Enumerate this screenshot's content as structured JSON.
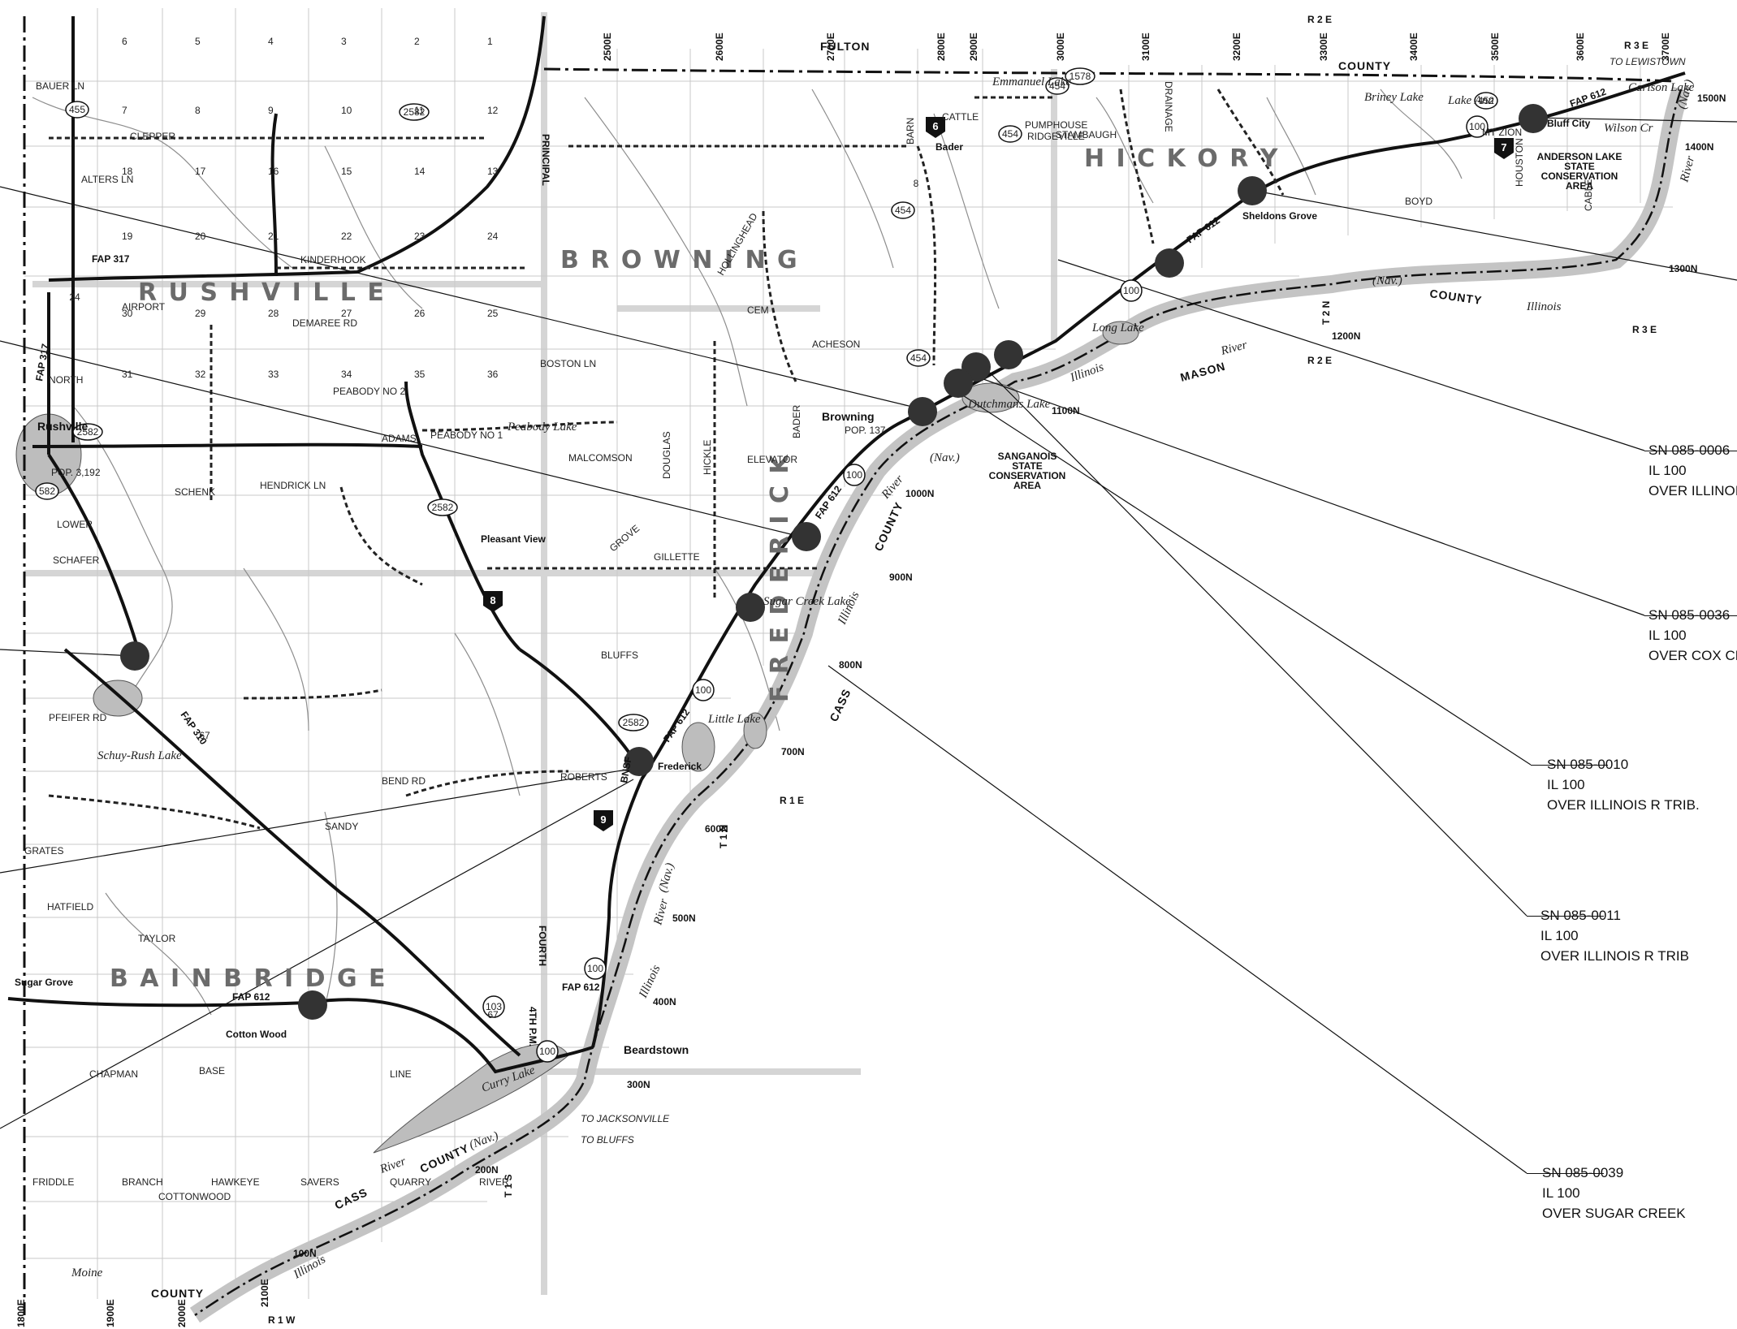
{
  "townships": [
    {
      "name": "R U S H V I L L E"
    },
    {
      "name": "B R O W N I N G"
    },
    {
      "name": "H I C K O R Y"
    },
    {
      "name": "F R E D E R I C K"
    },
    {
      "name": "B A I N B R I D G E"
    }
  ],
  "towns": {
    "rushville": "Rushville",
    "rushville_pop": "POP. 3,192",
    "browning": "Browning",
    "browning_pop": "POP. 137",
    "beardstown": "Beardstown",
    "frederick": "Frederick",
    "bluff_city": "Bluff City",
    "sheldons_grove": "Sheldons Grove",
    "pleasant_view": "Pleasant View",
    "bader": "Bader",
    "cotton_wood": "Cotton Wood",
    "sugar_grove": "Sugar Grove"
  },
  "counties": {
    "fulton": "FULTON",
    "fulton_county": "COUNTY",
    "mason": "MASON",
    "mason_county": "COUNTY",
    "cass_east": "CASS",
    "cass_south": "CASS",
    "county_south": "COUNTY",
    "county_bottom": "COUNTY",
    "county_river": "COUNTY"
  },
  "water": {
    "illinois_river": "Illinois",
    "river": "River",
    "nav": "(Nav.)",
    "sugar_creek_lake": "Sugar Creek Lake",
    "little_lake": "Little Lake",
    "curry_lake": "Curry Lake",
    "long_lake": "Long Lake",
    "dutchmans_lake": "Dutchmans Lake",
    "peabody_lake": "Peabody Lake",
    "emmanuel_lake": "Emmanuel Lake",
    "briney_lake": "Briney Lake",
    "lake_ann": "Lake Ann",
    "carlson_lake": "Carlson Lake",
    "wilson_cr": "Wilson Cr",
    "moine": "Moine",
    "scripps_lake": "Schuy-Rush Lake"
  },
  "areas": {
    "anderson_lake": [
      "ANDERSON LAKE",
      "STATE",
      "CONSERVATION",
      "AREA"
    ],
    "sanganois": [
      "SANGANOIS",
      "STATE",
      "CONSERVATION",
      "AREA"
    ]
  },
  "routes": {
    "fap612": "FAP 612",
    "fap317": "FAP 317",
    "fap310": "FAP 310",
    "il100": "100",
    "r454": "454",
    "r2582": "2582",
    "r67": "67",
    "r103": "103",
    "r24": "24",
    "r455": "455",
    "r8": "8",
    "r1578": "1578",
    "r452": "452",
    "r582": "582",
    "to_lewistown": "TO LEWISTOWN",
    "to_jacksonville": "TO JACKSONVILLE",
    "to_bluffs": "TO BLUFFS",
    "bnsf": "BNSF",
    "base_line": "BASE",
    "line": "LINE"
  },
  "grid": {
    "east_top": [
      "2500E",
      "2600E",
      "2700E",
      "2800E",
      "2900E",
      "3000E",
      "3100E",
      "3200E",
      "3300E",
      "3400E",
      "3500E",
      "3600E",
      "3700E"
    ],
    "east_bottom": [
      "1800E",
      "1900E",
      "2000E",
      "2100E"
    ],
    "north_right": [
      "1500N",
      "1400N",
      "1300N",
      "1200N",
      "1100N",
      "1000N",
      "900N",
      "800N",
      "700N",
      "600N",
      "500N",
      "400N",
      "300N",
      "200N",
      "100N"
    ],
    "ranges": [
      "R 2 E",
      "R 3 E",
      "R 2 E",
      "R 1 E",
      "R 1 W",
      "R 3 E"
    ],
    "townships_tn": [
      "T 2 N",
      "T 1 N",
      "T 1 S"
    ],
    "principal": "PRINCIPAL",
    "fourth": "FOURTH",
    "pm": "4TH P.M."
  },
  "roads": [
    "BAUER LN",
    "CLEPPER",
    "ALTERS LN",
    "AIRPORT",
    "DEMAREE RD",
    "KINDERHOOK",
    "NORTH",
    "ADAMS",
    "PEABODY NO 1",
    "PEABODY NO 2",
    "MALCOMSON",
    "HENDRICK LN",
    "SCHENK",
    "LOWER",
    "SCHAFER",
    "PFEIFER RD",
    "GRATES",
    "HATFIELD",
    "TAYLOR",
    "CHAPMAN",
    "COTTONWOOD",
    "ROBERTS",
    "SANDY",
    "BEND RD",
    "BLUFFS",
    "GILLETTE",
    "CEM",
    "ACHESON",
    "BOSTON LN",
    "HOLLINGHEAD",
    "RIDGEVILLE",
    "STAMBAUGH",
    "BOYD",
    "HOUSTON",
    "MT ZION",
    "CATTLE",
    "BARN",
    "DRAINAGE",
    "PUMPHOUSE",
    "ELEVATOR",
    "BADER",
    "HICKLE",
    "DOUGLAS",
    "GROVE",
    "CABLE",
    "FRIDDLE",
    "BRANCH",
    "HAWKEYE",
    "SAVERS",
    "QUARRY",
    "RIVER"
  ],
  "sections": [
    "1",
    "2",
    "3",
    "4",
    "5",
    "6",
    "7",
    "8",
    "9",
    "10",
    "11",
    "12",
    "13",
    "14",
    "15",
    "16",
    "17",
    "18",
    "19",
    "20",
    "21",
    "22",
    "23",
    "24",
    "25",
    "26",
    "27",
    "28",
    "29",
    "30",
    "31",
    "32",
    "33",
    "34",
    "35",
    "36"
  ],
  "bridges": [
    {
      "id": "SN 085-0006",
      "route": "IL 100",
      "desc": "OVER ILLINOIS R"
    },
    {
      "id": "SN 085-0036",
      "route": "IL 100",
      "desc": "OVER COX CR"
    },
    {
      "id": "SN 085-0010",
      "route": "IL 100",
      "desc": "OVER ILLINOIS R TRIB."
    },
    {
      "id": "SN 085-0011",
      "route": "IL 100",
      "desc": "OVER ILLINOIS R TRIB"
    },
    {
      "id": "SN 085-0039",
      "route": "IL 100",
      "desc": "OVER SUGAR CREEK"
    }
  ],
  "colors": {
    "river": "#b8b8b8",
    "road": "#111111",
    "township_text": "#6b6b6b",
    "bridge_marker": "#333333"
  }
}
